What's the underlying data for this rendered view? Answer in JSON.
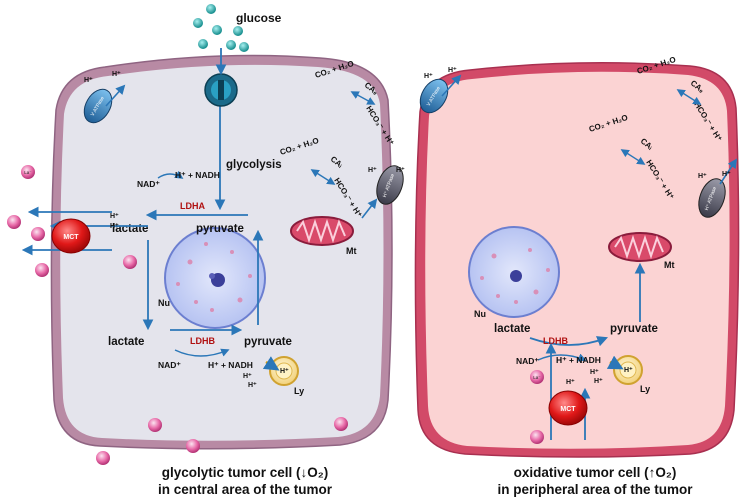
{
  "colors": {
    "left_cytoplasm": "#e4e4ec",
    "left_membrane": "#b88aa4",
    "right_cytoplasm": "#fbd3d3",
    "right_membrane": "#d24a68",
    "arrow": "#2b77b8",
    "enzyme_red": "#b01010",
    "nucleus": "#c9d2f4",
    "mct": "#d91414",
    "glucose": "#1aa9a9"
  },
  "top": {
    "glucose": "glucose"
  },
  "left_cell": {
    "glycolysis": "glycolysis",
    "nad": "NAD⁺",
    "h_nadh_top": "H⁺ + NADH",
    "ldha": "LDHA",
    "lactate_top": "lactate",
    "pyruvate_top": "pyruvate",
    "lactate_bottom": "lactate",
    "pyruvate_bottom": "pyruvate",
    "ldhb": "LDHB",
    "nad_bottom": "NAD⁺",
    "h_nadh_bottom": "H⁺ + NADH",
    "nu": "Nu",
    "mt": "Mt",
    "ly": "Ly",
    "ly_h": "H⁺",
    "h1": "H⁺",
    "h2": "H⁺",
    "mct": "MCT",
    "mct_h1": "H⁺",
    "mct_h2": "H⁺",
    "vatpase_h1": "H⁺",
    "vatpase_h2": "H⁺",
    "vatpase": "V ATPase",
    "co2_out": "CO₂ + H₂O",
    "cae": "CAₑ",
    "hco3_out": "HCO₃⁻ + H⁺",
    "co2_in": "CO₂ + H₂O",
    "cai": "CAᵢ",
    "hco3_in": "HCO₃⁻ + H⁺",
    "pump_h1": "H⁺",
    "pump_h2": "H⁺",
    "pump": "H⁺ ATPase",
    "lactate_ion": "La⁻"
  },
  "right_cell": {
    "lactate": "lactate",
    "pyruvate": "pyruvate",
    "ldhb": "LDHB",
    "nad": "NAD⁺",
    "h_nadh": "H⁺ + NADH",
    "nu": "Nu",
    "mt": "Mt",
    "ly": "Ly",
    "ly_h": "H⁺",
    "h1": "H⁺",
    "h2": "H⁺",
    "mct": "MCT",
    "mct_h": "H⁺",
    "vatpase_h1": "H⁺",
    "vatpase_h2": "H⁺",
    "vatpase": "V ATPase",
    "co2_out": "CO₂ + H₂O",
    "cae": "CAₑ",
    "hco3_out": "HCO₃⁻ + H⁺",
    "co2_in": "CO₂ + H₂O",
    "cai": "CAᵢ",
    "hco3_in": "HCO₃⁻ + H⁺",
    "pump_h1": "H⁺",
    "pump_h2": "H⁺",
    "pump": "H⁺ ATPase",
    "lactate_ion": "La⁻"
  },
  "captions": {
    "left_line1": "glycolytic tumor cell  (↓O₂)",
    "left_line2": "in central area of the tumor",
    "right_line1": "oxidative tumor cell (↑O₂)",
    "right_line2": "in peripheral area of the tumor"
  }
}
